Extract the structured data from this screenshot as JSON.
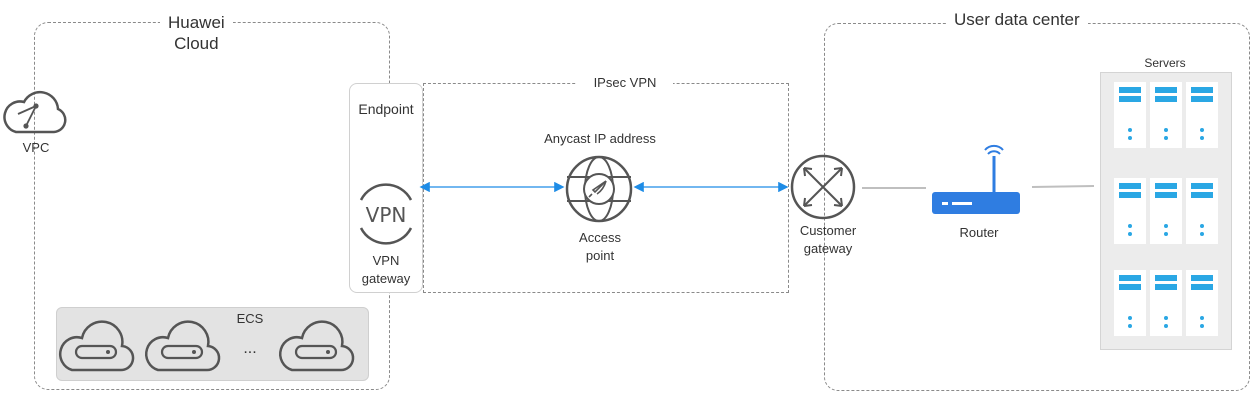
{
  "cloud": {
    "title_line1": "Huawei",
    "title_line2": "Cloud"
  },
  "vpc": {
    "label": "VPC"
  },
  "endpoint": {
    "label": "Endpoint",
    "gateway_line1": "VPN",
    "gateway_line2": "gateway",
    "icon_text": "VPN"
  },
  "ecs": {
    "label": "ECS",
    "ellipsis": "..."
  },
  "ipsec": {
    "label": "IPsec VPN",
    "anycast_label": "Anycast IP address",
    "access_line1": "Access",
    "access_line2": "point"
  },
  "datacenter": {
    "title": "User data center",
    "customer_line1": "Customer",
    "customer_line2": "gateway",
    "router_label": "Router",
    "servers_label": "Servers"
  },
  "colors": {
    "arrow": "#1e8ce6",
    "server": "#2aa7e4",
    "router": "#2f7de1",
    "line": "#bfbfbf",
    "icon": "#555555"
  }
}
